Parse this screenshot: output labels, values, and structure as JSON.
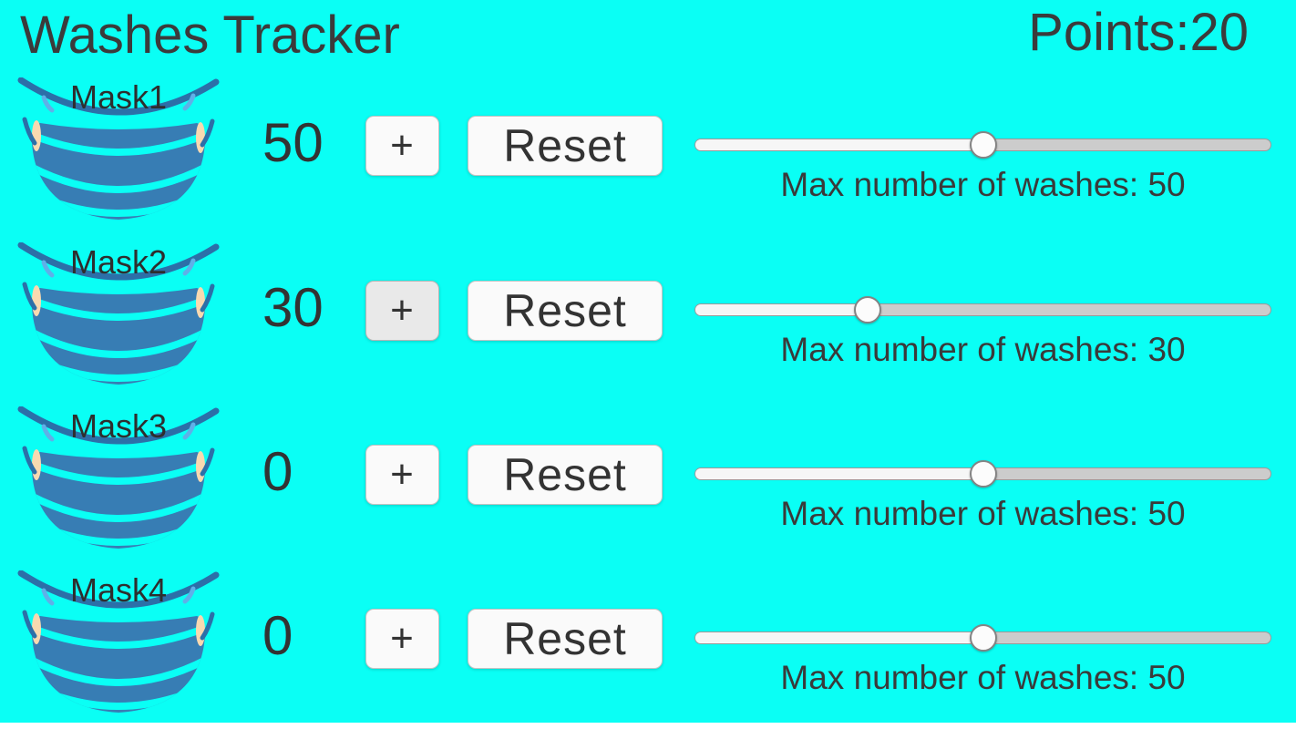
{
  "header": {
    "title": "Washes Tracker",
    "points_label": "Points:",
    "points_value": "20"
  },
  "icons": {
    "mask": "surgical-mask-icon"
  },
  "colors": {
    "background": "#0AFFF5",
    "text_dark": "#333333",
    "mask_body_blue": "#377DB4",
    "mask_outline_blue": "#2C6FA8",
    "mask_strap_highlight": "#5FB0E8",
    "mask_skin_peach": "#F8D9B0",
    "button_bg": "#FAFAFA",
    "button_bg_pressed": "#E9E9E9",
    "slider_track_gray": "#CCCCCC",
    "slider_fill_white": "#F6F6F6",
    "bottom_strip": "#FFFFFF"
  },
  "rows": [
    {
      "mask_label": "Mask1",
      "count": "50",
      "plus_label": "+",
      "plus_pressed": false,
      "reset_label": "Reset",
      "slider_percent": 50,
      "max_washes_label": "Max number of washes: 50"
    },
    {
      "mask_label": "Mask2",
      "count": "30",
      "plus_label": "+",
      "plus_pressed": true,
      "reset_label": "Reset",
      "slider_percent": 30,
      "max_washes_label": "Max number of washes: 30"
    },
    {
      "mask_label": "Mask3",
      "count": "0",
      "plus_label": "+",
      "plus_pressed": false,
      "reset_label": "Reset",
      "slider_percent": 50,
      "max_washes_label": "Max number of washes: 50"
    },
    {
      "mask_label": "Mask4",
      "count": "0",
      "plus_label": "+",
      "plus_pressed": false,
      "reset_label": "Reset",
      "slider_percent": 50,
      "max_washes_label": "Max number of washes: 50"
    }
  ]
}
